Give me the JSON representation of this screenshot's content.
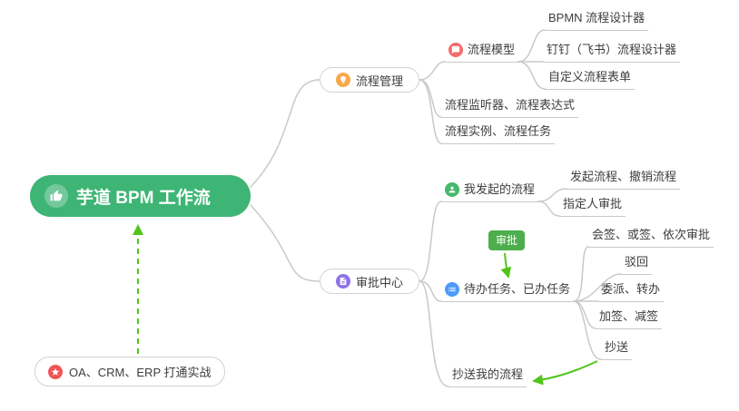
{
  "root": {
    "label": "芋道 BPM 工作流"
  },
  "branches": {
    "process_management": {
      "label": "流程管理"
    },
    "approval_center": {
      "label": "审批中心"
    }
  },
  "process": {
    "model": {
      "label": "流程模型"
    },
    "bpmn_designer": {
      "label": "BPMN 流程设计器"
    },
    "dingtalk_designer": {
      "label": "钉钉（飞书）流程设计器"
    },
    "custom_form": {
      "label": "自定义流程表单"
    },
    "listener_expression": {
      "label": "流程监听器、流程表达式"
    },
    "instance_task": {
      "label": "流程实例、流程任务"
    }
  },
  "approval": {
    "my_initiated": {
      "label": "我发起的流程"
    },
    "initiate_cancel": {
      "label": "发起流程、撤销流程"
    },
    "assignee_approval": {
      "label": "指定人审批"
    },
    "approval_tag": {
      "label": "审批"
    },
    "todo_done": {
      "label": "待办任务、已办任务"
    },
    "countersign": {
      "label": "会签、或签、依次审批"
    },
    "reject": {
      "label": "驳回"
    },
    "delegate_transfer": {
      "label": "委派、转办"
    },
    "add_reduce_sign": {
      "label": "加签、减签"
    },
    "cc": {
      "label": "抄送"
    },
    "cc_my_process": {
      "label": "抄送我的流程"
    }
  },
  "note": {
    "label": "OA、CRM、ERP 打通实战"
  },
  "icons": {
    "root": "thumbs-up-icon",
    "process_management": "lightbulb-icon",
    "process_model": "chat-bubble-icon",
    "approval_center": "document-icon",
    "my_initiated": "person-icon",
    "todo_done": "task-list-icon",
    "note": "star-icon"
  },
  "colors": {
    "root_bg": "#3eb575",
    "tag_bg": "#4cae4c",
    "arrow_green": "#52c41a",
    "connector_gray": "#c9c9c9",
    "icon_orange": "#f7a948",
    "icon_red": "#f26d6d",
    "icon_purple": "#8e71e8",
    "icon_green": "#46b96e",
    "icon_blue": "#4d9bfa",
    "icon_star_red": "#f25555"
  }
}
